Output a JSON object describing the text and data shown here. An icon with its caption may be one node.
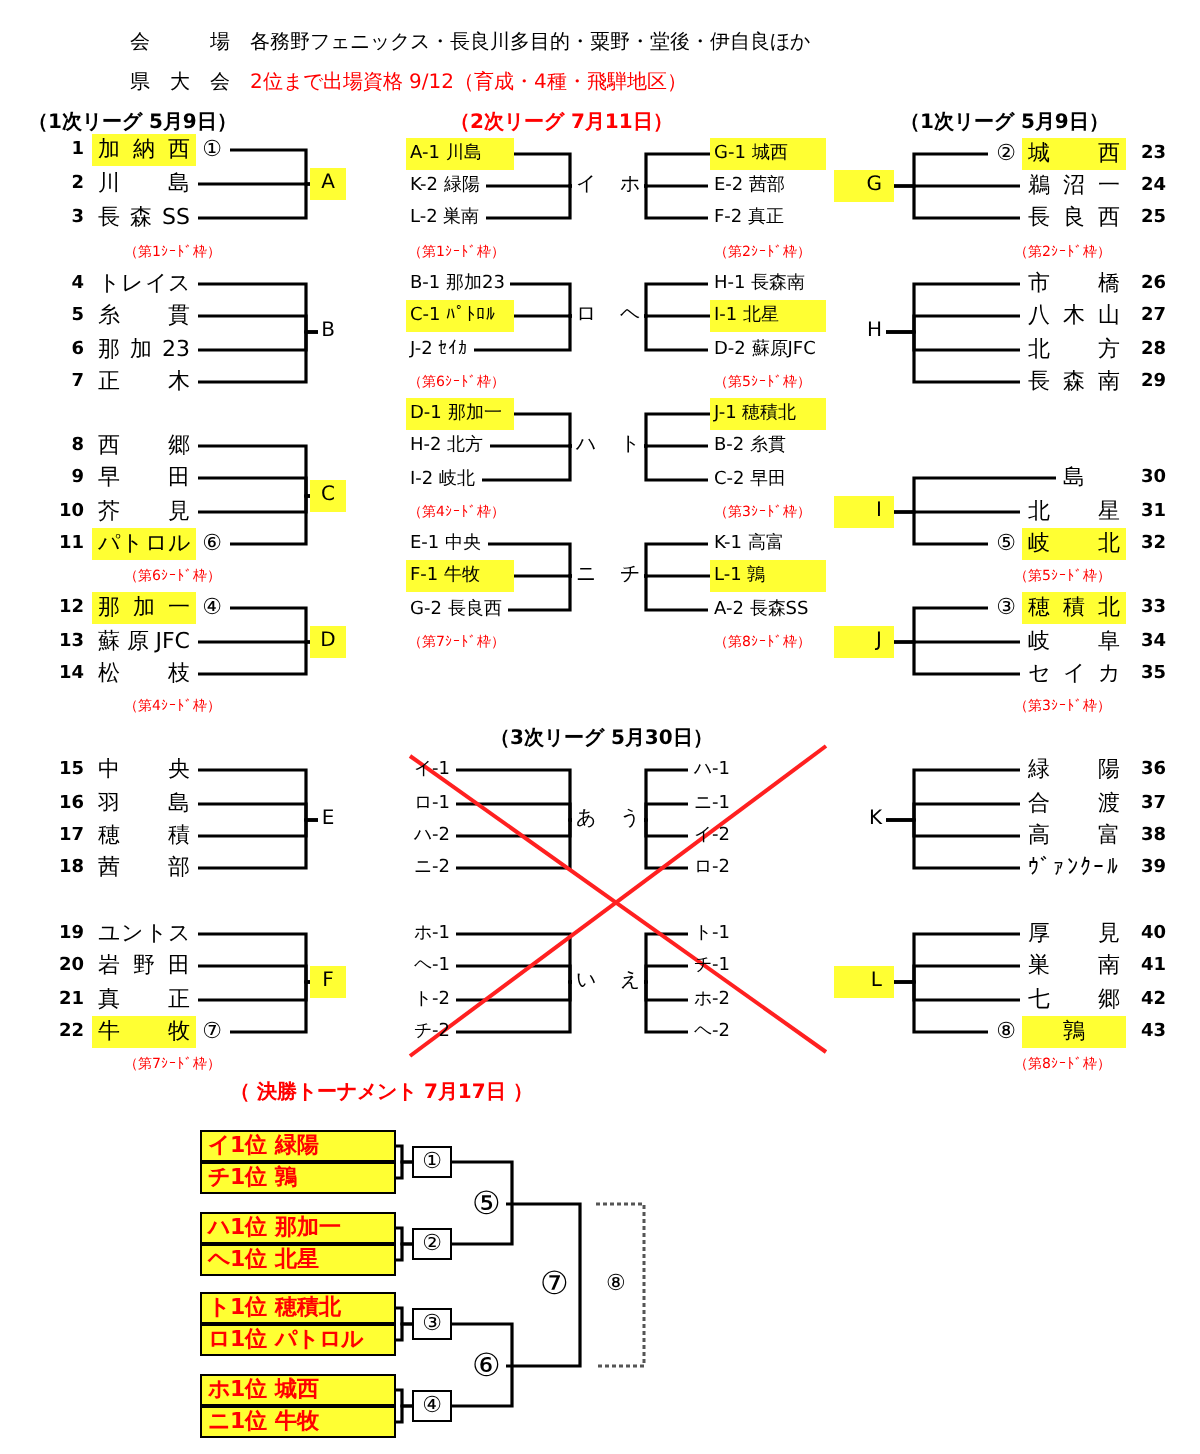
{
  "diagram": {
    "nodes": [
      {
        "text": [
          "加納西"
        ],
        "beside": [
          "1",
          "①"
        ]
      },
      {
        "text": [
          "川島"
        ],
        "beside": [
          "2"
        ]
      },
      {
        "text": [
          "長森SS"
        ],
        "beside": [
          "3"
        ]
      },
      {
        "text": [
          "トレイス"
        ],
        "beside": [
          "4"
        ]
      },
      {
        "text": [
          "糸貫"
        ],
        "beside": [
          "5"
        ]
      },
      {
        "text": [
          "那加23"
        ],
        "beside": [
          "6"
        ]
      },
      {
        "text": [
          "正木"
        ],
        "beside": [
          "7"
        ]
      },
      {
        "text": [
          "西郷"
        ],
        "beside": [
          "8"
        ]
      },
      {
        "text": [
          "早田"
        ],
        "beside": [
          "9"
        ]
      },
      {
        "text": [
          "芥見"
        ],
        "beside": [
          "10"
        ]
      },
      {
        "text": [
          "パトロル"
        ],
        "beside": [
          "11",
          "⑥"
        ]
      },
      {
        "text": [
          "那加一"
        ],
        "beside": [
          "12",
          "④"
        ]
      },
      {
        "text": [
          "蘇原JFC"
        ],
        "beside": [
          "13"
        ]
      },
      {
        "text": [
          "松枝"
        ],
        "beside": [
          "14"
        ]
      },
      {
        "text": [
          "中央"
        ],
        "beside": [
          "15"
        ]
      },
      {
        "text": [
          "羽島"
        ],
        "beside": [
          "16"
        ]
      },
      {
        "text": [
          "穂積"
        ],
        "beside": [
          "17"
        ]
      },
      {
        "text": [
          "茜部"
        ],
        "beside": [
          "18"
        ]
      },
      {
        "text": [
          "ユントス"
        ],
        "beside": [
          "19"
        ]
      },
      {
        "text": [
          "岩野田"
        ],
        "beside": [
          "20"
        ]
      },
      {
        "text": [
          "真正"
        ],
        "beside": [
          "21"
        ]
      },
      {
        "text": [
          "牛牧"
        ],
        "beside": [
          "22",
          "⑦"
        ]
      },
      {
        "text": [
          "A"
        ]
      },
      {
        "text": [
          "B"
        ]
      },
      {
        "text": [
          "C"
        ]
      },
      {
        "text": [
          "D"
        ]
      },
      {
        "text": [
          "E"
        ]
      },
      {
        "text": [
          "F"
        ]
      },
      {
        "text": [
          "城西"
        ],
        "beside": [
          "②",
          "23"
        ]
      },
      {
        "text": [
          "鵜沼一"
        ],
        "beside": [
          "24"
        ]
      },
      {
        "text": [
          "長良西"
        ],
        "beside": [
          "25"
        ]
      },
      {
        "text": [
          "市橋"
        ],
        "beside": [
          "26"
        ]
      },
      {
        "text": [
          "八木山"
        ],
        "beside": [
          "27"
        ]
      },
      {
        "text": [
          "北方"
        ],
        "beside": [
          "28"
        ]
      },
      {
        "text": [
          "長森南"
        ],
        "beside": [
          "29"
        ]
      },
      {
        "text": [
          "島"
        ],
        "beside": [
          "30"
        ]
      },
      {
        "text": [
          "北星"
        ],
        "beside": [
          "31"
        ]
      },
      {
        "text": [
          "岐北"
        ],
        "beside": [
          "⑤",
          "32"
        ]
      },
      {
        "text": [
          "穂積北"
        ],
        "beside": [
          "③",
          "33"
        ]
      },
      {
        "text": [
          "岐阜"
        ],
        "beside": [
          "34"
        ]
      },
      {
        "text": [
          "セイカ"
        ],
        "beside": [
          "35"
        ]
      },
      {
        "text": [
          "緑陽"
        ],
        "beside": [
          "36"
        ]
      },
      {
        "text": [
          "合渡"
        ],
        "beside": [
          "37"
        ]
      },
      {
        "text": [
          "高富"
        ],
        "beside": [
          "38"
        ]
      },
      {
        "text": [
          "ｳﾞｧﾝｸｰﾙ"
        ],
        "beside": [
          "39"
        ]
      },
      {
        "text": [
          "厚見"
        ],
        "beside": [
          "40"
        ]
      },
      {
        "text": [
          "巣南"
        ],
        "beside": [
          "41"
        ]
      },
      {
        "text": [
          "七郷"
        ],
        "beside": [
          "42"
        ]
      },
      {
        "text": [
          "鶉"
        ],
        "beside": [
          "⑧",
          "43"
        ]
      },
      {
        "text": [
          "G"
        ]
      },
      {
        "text": [
          "H"
        ]
      },
      {
        "text": [
          "I"
        ]
      },
      {
        "text": [
          "J"
        ]
      },
      {
        "text": [
          "K"
        ]
      },
      {
        "text": [
          "L"
        ]
      },
      {
        "text": [
          "A-1 川島"
        ]
      },
      {
        "text": [
          "K-2 緑陽"
        ]
      },
      {
        "text": [
          "L-2 巣南"
        ]
      },
      {
        "text": [
          "B-1 那加23"
        ]
      },
      {
        "text": [
          "C-1 ﾊﾟﾄﾛﾙ"
        ]
      },
      {
        "text": [
          "J-2 ｾｲｶ"
        ]
      },
      {
        "text": [
          "D-1 那加一"
        ]
      },
      {
        "text": [
          "H-2 北方"
        ]
      },
      {
        "text": [
          "I-2 岐北"
        ]
      },
      {
        "text": [
          "E-1 中央"
        ]
      },
      {
        "text": [
          "F-1 牛牧"
        ]
      },
      {
        "text": [
          "G-2 長良西"
        ]
      },
      {
        "text": [
          "イ"
        ]
      },
      {
        "text": [
          "ロ"
        ]
      },
      {
        "text": [
          "ハ"
        ]
      },
      {
        "text": [
          "ニ"
        ]
      },
      {
        "text": [
          "ホ"
        ]
      },
      {
        "text": [
          "ヘ"
        ]
      },
      {
        "text": [
          "ト"
        ]
      },
      {
        "text": [
          "チ"
        ]
      },
      {
        "text": [
          "G-1 城西"
        ]
      },
      {
        "text": [
          "E-2 茜部"
        ]
      },
      {
        "text": [
          "F-2 真正"
        ]
      },
      {
        "text": [
          "H-1 長森南"
        ]
      },
      {
        "text": [
          "I-1 北星"
        ]
      },
      {
        "text": [
          "D-2 蘇原JFC"
        ]
      },
      {
        "text": [
          "J-1 穂積北"
        ]
      },
      {
        "text": [
          "B-2 糸貫"
        ]
      },
      {
        "text": [
          "C-2 早田"
        ]
      },
      {
        "text": [
          "K-1 高富"
        ]
      },
      {
        "text": [
          "L-1 鶉"
        ]
      },
      {
        "text": [
          "A-2 長森SS"
        ]
      },
      {
        "text": [
          "イ-1"
        ]
      },
      {
        "text": [
          "ロ-1"
        ]
      },
      {
        "text": [
          "ハ-2"
        ]
      },
      {
        "text": [
          "ニ-2"
        ]
      },
      {
        "text": [
          "あ"
        ]
      },
      {
        "text": [
          "う"
        ]
      },
      {
        "text": [
          "ハ-1"
        ]
      },
      {
        "text": [
          "ニ-1"
        ]
      },
      {
        "text": [
          "イ-2"
        ]
      },
      {
        "text": [
          "ロ-2"
        ]
      },
      {
        "text": [
          "ホ-1"
        ]
      },
      {
        "text": [
          "ヘ-1"
        ]
      },
      {
        "text": [
          "ト-2"
        ]
      },
      {
        "text": [
          "チ-2"
        ]
      },
      {
        "text": [
          "い"
        ]
      },
      {
        "text": [
          "え"
        ]
      },
      {
        "text": [
          "ト-1"
        ]
      },
      {
        "text": [
          "チ-1"
        ]
      },
      {
        "text": [
          "ホ-2"
        ]
      },
      {
        "text": [
          "ヘ-2"
        ]
      },
      {
        "text": [
          "イ1位 緑陽"
        ]
      },
      {
        "text": [
          "チ1位 鶉"
        ]
      },
      {
        "text": [
          "ハ1位 那加一"
        ]
      },
      {
        "text": [
          "ヘ1位 北星"
        ]
      },
      {
        "text": [
          "ト1位 穂積北"
        ]
      },
      {
        "text": [
          "ロ1位 パトロル"
        ]
      },
      {
        "text": [
          "ホ1位 城西"
        ]
      },
      {
        "text": [
          "ニ1位 牛牧"
        ]
      },
      {
        "text": [
          "①"
        ]
      },
      {
        "text": [
          "②"
        ]
      },
      {
        "text": [
          "③"
        ]
      },
      {
        "text": [
          "④"
        ]
      },
      {
        "text": [
          "⑤"
        ]
      },
      {
        "text": [
          "⑥"
        ]
      },
      {
        "text": [
          "⑦"
        ]
      }
    ],
    "edges": [
      {
        "from": 0,
        "to": 22,
        "arrow": "none"
      },
      {
        "from": 1,
        "to": 22,
        "arrow": "none"
      },
      {
        "from": 2,
        "to": 22,
        "arrow": "none"
      },
      {
        "from": 3,
        "to": 23,
        "arrow": "none"
      },
      {
        "from": 4,
        "to": 23,
        "arrow": "none"
      },
      {
        "from": 5,
        "to": 23,
        "arrow": "none"
      },
      {
        "from": 6,
        "to": 23,
        "arrow": "none"
      },
      {
        "from": 7,
        "to": 24,
        "arrow": "none"
      },
      {
        "from": 8,
        "to": 24,
        "arrow": "none"
      },
      {
        "from": 9,
        "to": 24,
        "arrow": "none"
      },
      {
        "from": 10,
        "to": 24,
        "arrow": "none"
      },
      {
        "from": 11,
        "to": 25,
        "arrow": "none"
      },
      {
        "from": 12,
        "to": 25,
        "arrow": "none"
      },
      {
        "from": 13,
        "to": 25,
        "arrow": "none"
      },
      {
        "from": 14,
        "to": 26,
        "arrow": "none"
      },
      {
        "from": 15,
        "to": 26,
        "arrow": "none"
      },
      {
        "from": 16,
        "to": 26,
        "arrow": "none"
      },
      {
        "from": 17,
        "to": 26,
        "arrow": "none"
      },
      {
        "from": 18,
        "to": 27,
        "arrow": "none"
      },
      {
        "from": 19,
        "to": 27,
        "arrow": "none"
      },
      {
        "from": 20,
        "to": 27,
        "arrow": "none"
      },
      {
        "from": 21,
        "to": 27,
        "arrow": "none"
      },
      {
        "from": 28,
        "to": 49,
        "arrow": "none"
      },
      {
        "from": 29,
        "to": 49,
        "arrow": "none"
      },
      {
        "from": 30,
        "to": 49,
        "arrow": "none"
      },
      {
        "from": 31,
        "to": 50,
        "arrow": "none"
      },
      {
        "from": 32,
        "to": 50,
        "arrow": "none"
      },
      {
        "from": 33,
        "to": 50,
        "arrow": "none"
      },
      {
        "from": 34,
        "to": 50,
        "arrow": "none"
      },
      {
        "from": 35,
        "to": 51,
        "arrow": "none"
      },
      {
        "from": 36,
        "to": 51,
        "arrow": "none"
      },
      {
        "from": 37,
        "to": 51,
        "arrow": "none"
      },
      {
        "from": 38,
        "to": 52,
        "arrow": "none"
      },
      {
        "from": 39,
        "to": 52,
        "arrow": "none"
      },
      {
        "from": 40,
        "to": 52,
        "arrow": "none"
      },
      {
        "from": 41,
        "to": 53,
        "arrow": "none"
      },
      {
        "from": 42,
        "to": 53,
        "arrow": "none"
      },
      {
        "from": 43,
        "to": 53,
        "arrow": "none"
      },
      {
        "from": 44,
        "to": 53,
        "arrow": "none"
      },
      {
        "from": 45,
        "to": 54,
        "arrow": "none"
      },
      {
        "from": 46,
        "to": 54,
        "arrow": "none"
      },
      {
        "from": 47,
        "to": 54,
        "arrow": "none"
      },
      {
        "from": 48,
        "to": 54,
        "arrow": "none"
      },
      {
        "from": 55,
        "to": 67,
        "arrow": "none"
      },
      {
        "from": 56,
        "to": 67,
        "arrow": "none"
      },
      {
        "from": 57,
        "to": 67,
        "arrow": "none"
      },
      {
        "from": 58,
        "to": 68,
        "arrow": "none"
      },
      {
        "from": 59,
        "to": 68,
        "arrow": "none"
      },
      {
        "from": 60,
        "to": 68,
        "arrow": "none"
      },
      {
        "from": 61,
        "to": 69,
        "arrow": "none"
      },
      {
        "from": 62,
        "to": 69,
        "arrow": "none"
      },
      {
        "from": 63,
        "to": 69,
        "arrow": "none"
      },
      {
        "from": 64,
        "to": 70,
        "arrow": "none"
      },
      {
        "from": 65,
        "to": 70,
        "arrow": "none"
      },
      {
        "from": 66,
        "to": 70,
        "arrow": "none"
      },
      {
        "from": 75,
        "to": 71,
        "arrow": "none"
      },
      {
        "from": 76,
        "to": 71,
        "arrow": "none"
      },
      {
        "from": 77,
        "to": 71,
        "arrow": "none"
      },
      {
        "from": 78,
        "to": 72,
        "arrow": "none"
      },
      {
        "from": 79,
        "to": 72,
        "arrow": "none"
      },
      {
        "from": 80,
        "to": 72,
        "arrow": "none"
      },
      {
        "from": 81,
        "to": 73,
        "arrow": "none"
      },
      {
        "from": 82,
        "to": 73,
        "arrow": "none"
      },
      {
        "from": 83,
        "to": 73,
        "arrow": "none"
      },
      {
        "from": 84,
        "to": 74,
        "arrow": "none"
      },
      {
        "from": 85,
        "to": 74,
        "arrow": "none"
      },
      {
        "from": 86,
        "to": 74,
        "arrow": "none"
      },
      {
        "from": 87,
        "to": 91,
        "arrow": "none"
      },
      {
        "from": 88,
        "to": 91,
        "arrow": "none"
      },
      {
        "from": 89,
        "to": 91,
        "arrow": "none"
      },
      {
        "from": 90,
        "to": 91,
        "arrow": "none"
      },
      {
        "from": 93,
        "to": 92,
        "arrow": "none"
      },
      {
        "from": 94,
        "to": 92,
        "arrow": "none"
      },
      {
        "from": 95,
        "to": 92,
        "arrow": "none"
      },
      {
        "from": 96,
        "to": 92,
        "arrow": "none"
      },
      {
        "from": 97,
        "to": 101,
        "arrow": "none"
      },
      {
        "from": 98,
        "to": 101,
        "arrow": "none"
      },
      {
        "from": 99,
        "to": 101,
        "arrow": "none"
      },
      {
        "from": 100,
        "to": 101,
        "arrow": "none"
      },
      {
        "from": 103,
        "to": 102,
        "arrow": "none"
      },
      {
        "from": 104,
        "to": 102,
        "arrow": "none"
      },
      {
        "from": 105,
        "to": 102,
        "arrow": "none"
      },
      {
        "from": 106,
        "to": 102,
        "arrow": "none"
      },
      {
        "from": 107,
        "to": 115,
        "arrow": "none"
      },
      {
        "from": 108,
        "to": 115,
        "arrow": "none"
      },
      {
        "from": 109,
        "to": 116,
        "arrow": "none"
      },
      {
        "from": 110,
        "to": 116,
        "arrow": "none"
      },
      {
        "from": 111,
        "to": 117,
        "arrow": "none"
      },
      {
        "from": 112,
        "to": 117,
        "arrow": "none"
      },
      {
        "from": 113,
        "to": 118,
        "arrow": "none"
      },
      {
        "from": 114,
        "to": 118,
        "arrow": "none"
      },
      {
        "from": 115,
        "to": 119,
        "arrow": "none"
      },
      {
        "from": 116,
        "to": 119,
        "arrow": "none"
      },
      {
        "from": 117,
        "to": 120,
        "arrow": "none"
      },
      {
        "from": 118,
        "to": 120,
        "arrow": "none"
      },
      {
        "from": 119,
        "to": 121,
        "arrow": "none"
      },
      {
        "from": 120,
        "to": 121,
        "arrow": "none"
      }
    ],
    "labels": [
      "会場",
      "各務野フェニックス・長良川多目的・粟野・堂後・伊自良ほか",
      "県大会",
      "2位まで出場資格 9/12（育成・4種・飛騨地区）",
      "（1次リーグ 5月9日）",
      "（2次リーグ 7月11日）",
      "（1次リーグ 5月9日）",
      "（第1ｼｰﾄﾞ枠）",
      "（第1ｼｰﾄﾞ枠）",
      "（第2ｼｰﾄﾞ枠）",
      "（第2ｼｰﾄﾞ枠）",
      "（第6ｼｰﾄﾞ枠）",
      "（第5ｼｰﾄﾞ枠）",
      "（第4ｼｰﾄﾞ枠）",
      "（第3ｼｰﾄﾞ枠）",
      "（第6ｼｰﾄﾞ枠）",
      "（第5ｼｰﾄﾞ枠）",
      "（第7ｼｰﾄﾞ枠）",
      "（第8ｼｰﾄﾞ枠）",
      "（第4ｼｰﾄﾞ枠）",
      "（第3ｼｰﾄﾞ枠）",
      "（3次リーグ 5月30日）",
      "（第7ｼｰﾄﾞ枠）",
      "（第8ｼｰﾄﾞ枠）",
      "（ 決勝トーナメント 7月17日 ）",
      "⑧"
    ]
  }
}
